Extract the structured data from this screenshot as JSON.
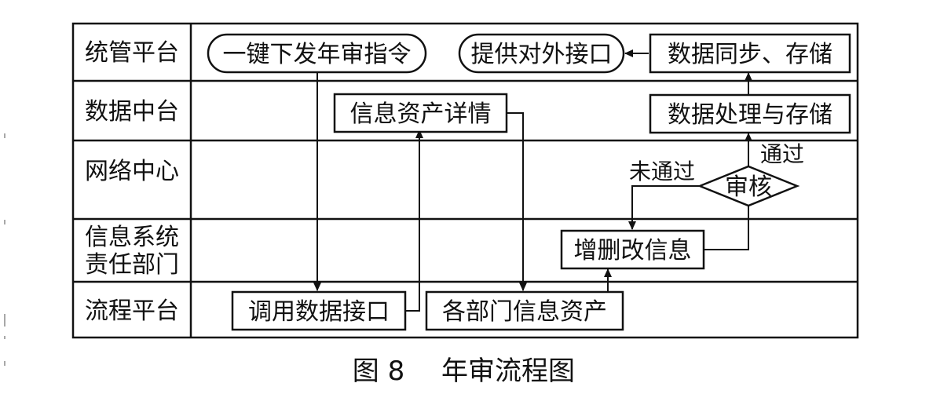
{
  "lanes": [
    {
      "label": "统管平台"
    },
    {
      "label": "数据中台"
    },
    {
      "label": "网络中心"
    },
    {
      "label": "信息系统",
      "label2": "责任部门"
    },
    {
      "label": "流程平台"
    }
  ],
  "nodes": {
    "issue_command": "一键下发年审指令",
    "provide_interface": "提供对外接口",
    "data_sync_storage": "数据同步、存储",
    "info_asset_detail": "信息资产详情",
    "data_process_storage": "数据处理与存储",
    "review": "审核",
    "modify_info": "增删改信息",
    "call_data_interface": "调用数据接口",
    "dept_info_assets": "各部门信息资产"
  },
  "edges": {
    "passed": "通过",
    "not_passed": "未通过"
  },
  "caption": {
    "number": "图 8",
    "title": "年审流程图"
  }
}
